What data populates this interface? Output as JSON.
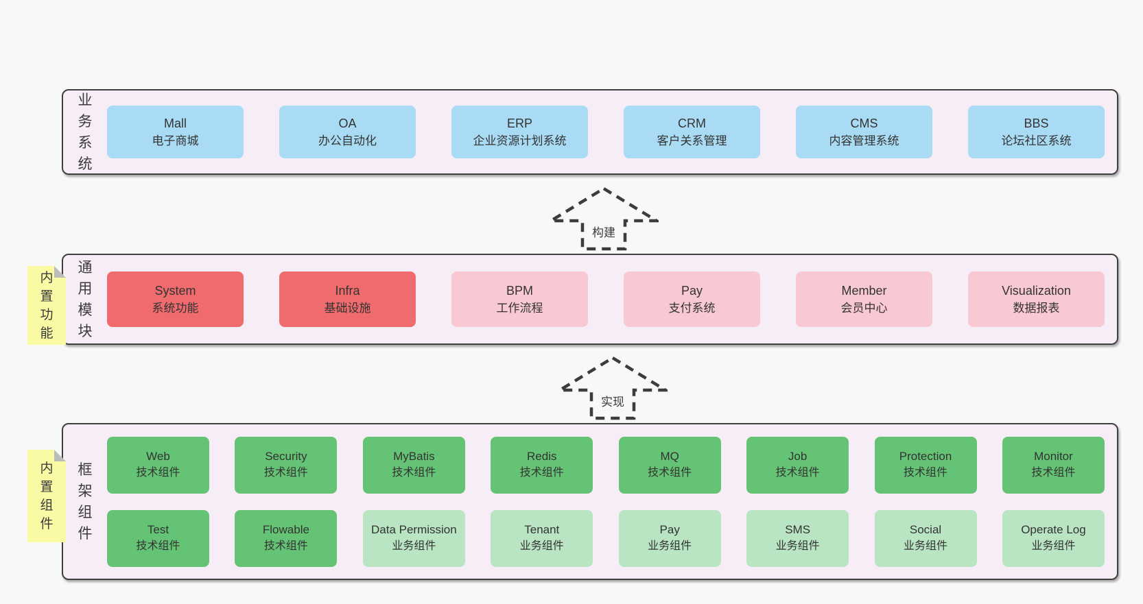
{
  "bands": [
    {
      "label": "业务系统",
      "boxes": [
        {
          "name": "Mall",
          "desc": "电子商城"
        },
        {
          "name": "OA",
          "desc": "办公自动化"
        },
        {
          "name": "ERP",
          "desc": "企业资源计划系统"
        },
        {
          "name": "CRM",
          "desc": "客户关系管理"
        },
        {
          "name": "CMS",
          "desc": "内容管理系统"
        },
        {
          "name": "BBS",
          "desc": "论坛社区系统"
        }
      ]
    },
    {
      "label": "通用模块",
      "sticky": "内置功能",
      "boxes": [
        {
          "name": "System",
          "desc": "系统功能"
        },
        {
          "name": "Infra",
          "desc": "基础设施"
        },
        {
          "name": "BPM",
          "desc": "工作流程"
        },
        {
          "name": "Pay",
          "desc": "支付系统"
        },
        {
          "name": "Member",
          "desc": "会员中心"
        },
        {
          "name": "Visualization",
          "desc": "数据报表"
        }
      ]
    },
    {
      "label": "框架组件",
      "sticky": "内置组件",
      "rows": [
        [
          {
            "name": "Web",
            "desc": "技术组件"
          },
          {
            "name": "Security",
            "desc": "技术组件"
          },
          {
            "name": "MyBatis",
            "desc": "技术组件"
          },
          {
            "name": "Redis",
            "desc": "技术组件"
          },
          {
            "name": "MQ",
            "desc": "技术组件"
          },
          {
            "name": "Job",
            "desc": "技术组件"
          },
          {
            "name": "Protection",
            "desc": "技术组件"
          },
          {
            "name": "Monitor",
            "desc": "技术组件"
          }
        ],
        [
          {
            "name": "Test",
            "desc": "技术组件"
          },
          {
            "name": "Flowable",
            "desc": "技术组件"
          },
          {
            "name": "Data Permission",
            "desc": "业务组件"
          },
          {
            "name": "Tenant",
            "desc": "业务组件"
          },
          {
            "name": "Pay",
            "desc": "业务组件"
          },
          {
            "name": "SMS",
            "desc": "业务组件"
          },
          {
            "name": "Social",
            "desc": "业务组件"
          },
          {
            "name": "Operate Log",
            "desc": "业务组件"
          }
        ]
      ]
    }
  ],
  "arrows": [
    {
      "label": "构建"
    },
    {
      "label": "实现"
    }
  ],
  "colors": {
    "blue": "#a9dcf4",
    "red": "#ef6b6d",
    "pink": "#f9c9d3",
    "green": "#64c374",
    "green_light": "#b9e5c3",
    "band_bg": "#f7edf6",
    "sticky_yellow": "#fafaa5",
    "border": "#3f3f3f",
    "page_bg": "#f8f8f8"
  }
}
